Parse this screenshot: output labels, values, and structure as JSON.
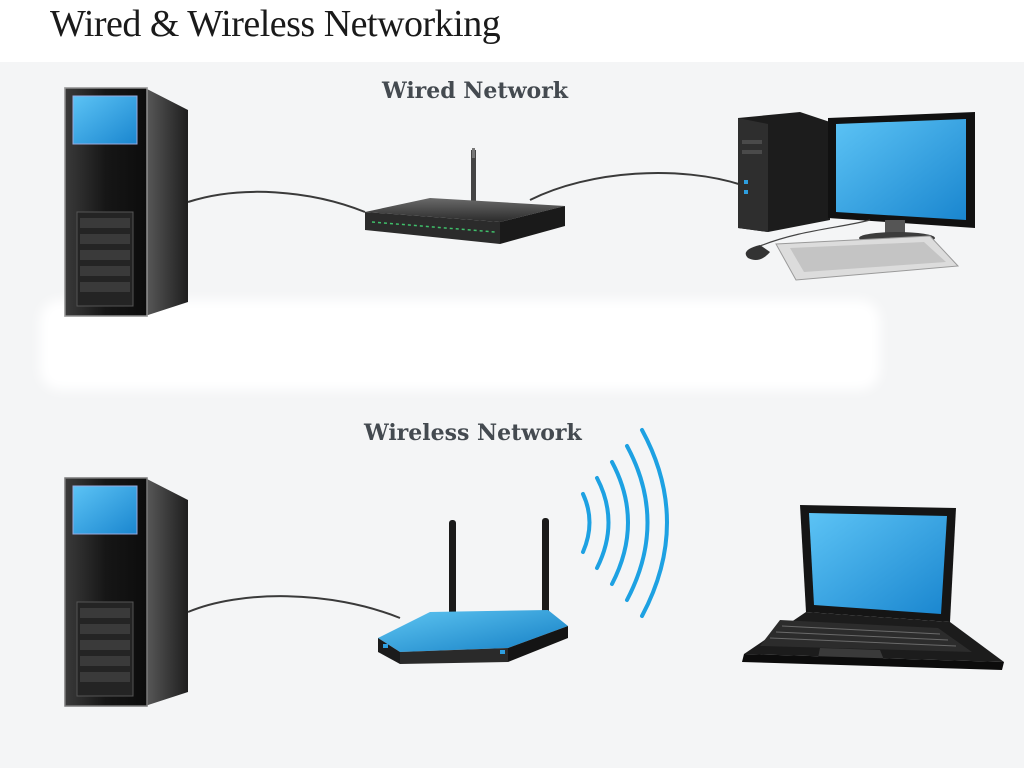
{
  "title": "Wired & Wireless Networking",
  "wired": {
    "label": "Wired Network"
  },
  "wireless": {
    "label": "Wireless Network"
  },
  "icons": [
    "server-tower-icon",
    "wired-router-icon",
    "desktop-computer-icon",
    "wireless-router-icon",
    "wifi-signal-icon",
    "laptop-icon"
  ],
  "colors": {
    "screen_blue": "#2e9fe0",
    "router_blue": "#1f8fd0",
    "wave_blue": "#1da1e2",
    "case_dark": "#1b1b1b"
  }
}
